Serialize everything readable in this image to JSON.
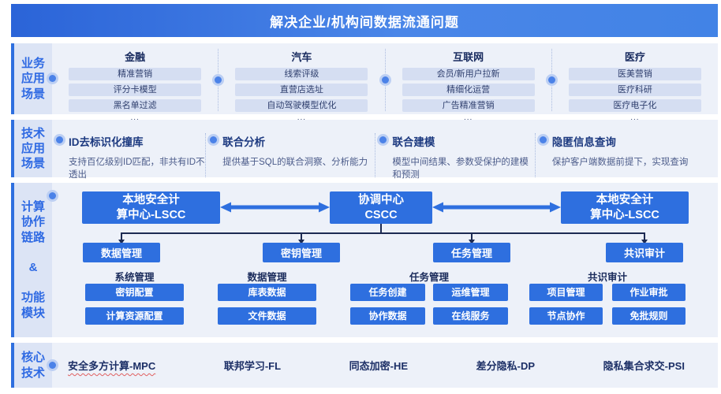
{
  "colors": {
    "accent_blue": "#2e6fdf",
    "navy_line": "#1c2a52",
    "band_bg": "#edf1f9",
    "sidebar_bg": "#dce4f5",
    "sidebar_text": "#2f6ae3",
    "pill_bg": "#d5def2",
    "header_gradient_start": "#2b64d8",
    "header_gradient_end": "#4a86e8",
    "wavy_underline": "#e06060"
  },
  "header": {
    "title": "解决企业/机构间数据流通问题"
  },
  "business": {
    "sidebar_label": "业务\n应用\n场景",
    "columns": [
      {
        "title": "金融",
        "items": [
          "精准营销",
          "评分卡模型",
          "黑名单过滤"
        ],
        "more": "..."
      },
      {
        "title": "汽车",
        "items": [
          "线索评级",
          "直营店选址",
          "自动驾驶模型优化"
        ],
        "more": "..."
      },
      {
        "title": "互联网",
        "items": [
          "会员/新用户拉新",
          "精细化运营",
          "广告精准营销"
        ],
        "more": "..."
      },
      {
        "title": "医疗",
        "items": [
          "医美营销",
          "医疗科研",
          "医疗电子化"
        ],
        "more": "..."
      }
    ]
  },
  "tech": {
    "sidebar_label": "技术\n应用\n场景",
    "items": [
      {
        "title": "ID去标识化撞库",
        "desc": "支持百亿级别ID匹配，非共有ID不透出"
      },
      {
        "title": "联合分析",
        "desc": "提供基于SQL的联合洞察、分析能力"
      },
      {
        "title": "联合建模",
        "desc": "模型中间结果、参数受保护的建模和预测"
      },
      {
        "title": "隐匿信息查询",
        "desc": "保护客户端数据前提下，实现查询"
      }
    ]
  },
  "collab": {
    "sidebar_label": "计算\n协作\n链路\n\n&\n\n功能\n模块",
    "nodes": {
      "lscc_left": "本地安全计\n算中心-LSCC",
      "cscc": "协调中心\nCSCC",
      "lscc_right": "本地安全计\n算中心-LSCC"
    },
    "managers": [
      "数据管理",
      "密钥管理",
      "任务管理",
      "共识审计"
    ],
    "groups": [
      {
        "title": "系统管理",
        "buttons": [
          "密钥配置",
          "计算资源配置"
        ]
      },
      {
        "title": "数据管理",
        "buttons": [
          "库表数据",
          "文件数据"
        ]
      },
      {
        "title": "任务管理",
        "buttons": [
          "任务创建",
          "协作数据",
          "运维管理",
          "在线服务"
        ]
      },
      {
        "title": "共识审计",
        "buttons": [
          "项目管理",
          "节点协作",
          "作业审批",
          "免批规则"
        ]
      }
    ]
  },
  "core": {
    "sidebar_label": "核心\n技术",
    "items": [
      "安全多方计算-MPC",
      "联邦学习-FL",
      "同态加密-HE",
      "差分隐私-DP",
      "隐私集合求交-PSI"
    ]
  }
}
